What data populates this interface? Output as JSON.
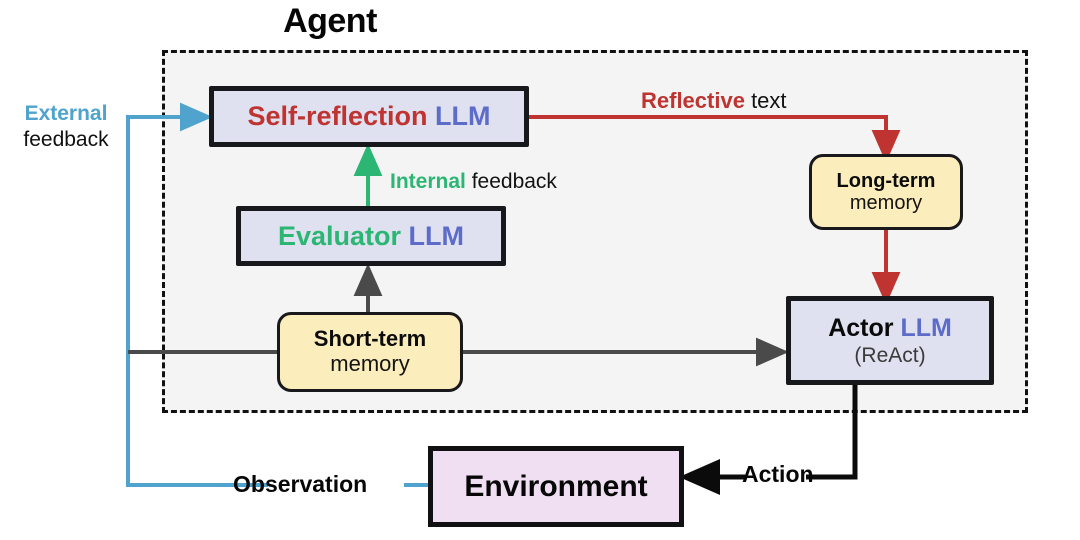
{
  "diagram": {
    "title": "Agent",
    "container_label": "Agent"
  },
  "nodes": {
    "self_reflection": {
      "name_part": "Self-reflection",
      "type_part": "LLM"
    },
    "evaluator": {
      "name_part": "Evaluator",
      "type_part": "LLM"
    },
    "actor": {
      "name_part": "Actor",
      "type_part": "LLM",
      "sub": "(ReAct)"
    },
    "short_term_memory": {
      "line1": "Short-term",
      "line2": "memory"
    },
    "long_term_memory": {
      "line1": "Long-term",
      "line2": "memory"
    },
    "environment": {
      "label": "Environment"
    }
  },
  "edges": {
    "reflective_text": {
      "highlight": "Reflective",
      "tail": " text"
    },
    "internal_feedback": {
      "highlight": "Internal",
      "tail": " feedback"
    },
    "external_feedback": {
      "highlight": "External",
      "tail": "feedback"
    },
    "observation": {
      "label": "Observation"
    },
    "action": {
      "label": "Action"
    }
  },
  "colors": {
    "red": "#bf3430",
    "llm_blue": "#5c6cc8",
    "green": "#2bb673",
    "cyan": "#4fa3cd",
    "memory_fill": "#fceebc",
    "llm_fill": "#dfe1f1",
    "environment_fill": "#f0dff2",
    "agent_fill": "#f4f4f4",
    "arrow_gray": "#4a4a4a",
    "border_dark": "#17181c"
  }
}
